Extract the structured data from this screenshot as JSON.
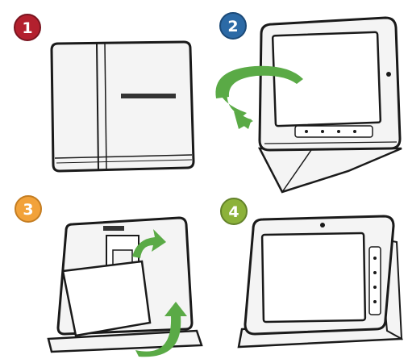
{
  "steps": [
    {
      "number": "1",
      "color": "#b3202e"
    },
    {
      "number": "2",
      "color": "#2c6aa6"
    },
    {
      "number": "3",
      "color": "#f2a23a"
    },
    {
      "number": "4",
      "color": "#8cb23a"
    }
  ],
  "colors": {
    "arrow_green": "#5aaa46",
    "outline": "#1a1a1a",
    "case_fill": "#f4f4f4",
    "screen_fill": "#ffffff"
  },
  "logo_text": "",
  "icons": [
    "rotate-arrow-icon",
    "flip-arrow-icon",
    "fold-arrow-icon"
  ]
}
